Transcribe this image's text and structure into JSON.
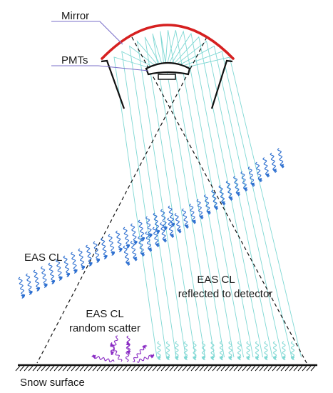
{
  "labels": {
    "mirror": "Mirror",
    "pmts": "PMTs",
    "eas_cl": "EAS CL",
    "reflected_line1": "EAS CL",
    "reflected_line2": "reflected to detector",
    "scatter_line1": "EAS CL",
    "scatter_line2": "random scatter",
    "snow": "Snow surface"
  },
  "colors": {
    "mirror": "#d62020",
    "rays": "#7fd8d4",
    "wave_blue": "#2d6fd0",
    "wave_purple": "#8a2cc4",
    "structure": "#111111",
    "leader": "#7a6fc9"
  },
  "icons": {
    "incoming_light": "blue-wavy-arrow-icon",
    "scattered_light": "purple-wavy-arrow-icon"
  }
}
